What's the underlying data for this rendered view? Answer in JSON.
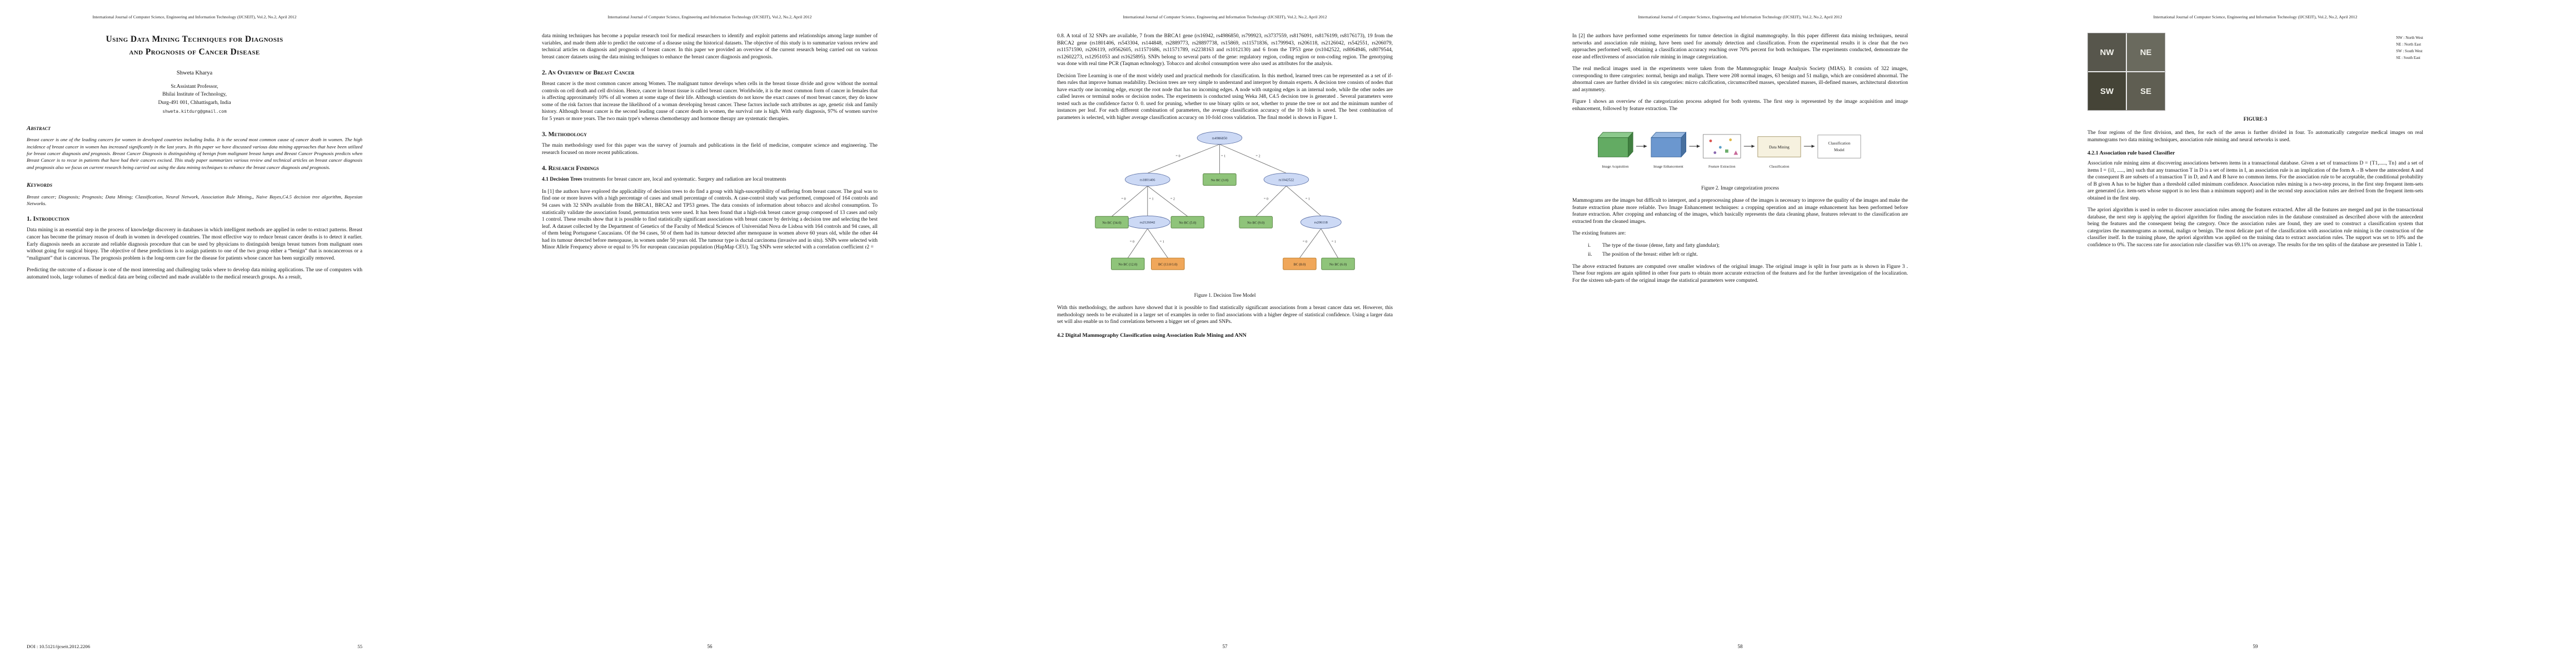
{
  "journal": {
    "header": "International Journal of Computer Science, Engineering and Information Technology (IJCSEIT), Vol.2, No.2, April 2012"
  },
  "page1": {
    "title_l1": "Using Data Mining Techniques for Diagnosis",
    "title_l2": "and Prognosis of Cancer Disease",
    "author": "Shweta Kharya",
    "affil1": "Sr.Assistant Professor,",
    "affil2": "Bhilai Institute of Technology,",
    "affil3": "Durg-491 001, Chhattisgarh, India",
    "email": "shweta.kitdurg@gmail.com",
    "abstract_h": "Abstract",
    "abstract": "Breast cancer is one of the leading cancers for women in developed countries including India. It is the second most common cause of cancer death in women. The high incidence of breast cancer in women has increased significantly in the last years. In this paper we have discussed various data mining approaches that have been utilized for breast cancer diagnosis and prognosis. Breast Cancer Diagnosis is distinguishing of benign from malignant breast lumps and Breast Cancer Prognosis predicts when Breast Cancer is to recur in patients that have had their cancers excised. This study paper summarizes various review and technical articles on breast cancer diagnosis and prognosis also we focus on current research being carried out using the data mining techniques to enhance the breast cancer diagnosis and prognosis.",
    "keywords_h": "Keywords",
    "keywords": "Breast cancer; Diagnosis; Prognosis; Data Mining; Classification, Neural Network, Association Rule Mining,, Naive Bayes,C4.5 decision tree algorithm, Bayesian Networks.",
    "s1_h": "1. Introduction",
    "s1_p1": "Data mining is an essential step in the process of knowledge discovery in databases in which intelligent methods are applied in order to extract patterns. Breast cancer has become the primary reason of death in women in developed countries. The most effective way to reduce breast cancer deaths is to detect it earlier. Early diagnosis needs an accurate and reliable diagnosis procedure that can be used by physicians to distinguish benign breast tumors from malignant ones without going for surgical biopsy. The objective of these predictions is to assign patients to one of the two group either a “benign” that is noncancerous or a “malignant” that is cancerous. The prognosis problem is the long-term care for the disease for patients whose cancer has been surgically removed.",
    "s1_p2": "Predicting the outcome of a disease is one of the most interesting and challenging tasks where to develop data mining applications. The use of computers with automated tools, large volumes of medical data are being collected and made available to the medical research groups. As a result,",
    "footer_doi": "DOI : 10.5121/ijcseit.2012.2206",
    "footer_page": "55"
  },
  "page2": {
    "p1": "data mining techniques has become a popular research tool for medical researchers to identify and exploit patterns and relationships among large number of variables, and made them able to predict the outcome of a disease using the historical datasets. The objective of this study is to summarize various review and technical articles on diagnosis and prognosis of breast cancer. In this paper we provided an overview of the current research being carried out on various breast cancer datasets using the data mining techniques to enhance the breast cancer diagnosis and prognosis.",
    "s2_h": "2. An Overview of Breast Cancer",
    "s2_p1": "Breast cancer is the most common cancer among Women. The malignant tumor develops when cells in the breast tissue divide and grow without the normal controls on cell death and cell division. Hence, cancer in breast tissue is called breast cancer. Worldwide, it is the most common form of cancer in females that is affecting approximately 10% of all women at some stage of their life. Although scientists do not know the exact causes of most breast cancer, they do know some of the risk factors that increase the likelihood of a woman developing breast cancer. These factors include such attributes as age, genetic risk and family history. Although breast cancer is the second leading cause of cancer death in women, the survival rate is high. With early diagnosis, 97% of women survive for 5 years or more years. The two main type's whereas chemotherapy and hormone therapy are systematic therapies.",
    "s3_h": "3. Methodology",
    "s3_p1": "The main methodology used for this paper was the survey of journals and publications in the field of medicine, computer science and engineering. The research focused on more recent publications.",
    "s4_h": "4. Research Findings",
    "s41_h": "4.1 Decision Trees",
    "s41_cont": "treatments for breast cancer are, local and systematic. Surgery and radiation are local treatments",
    "s41_p1": "In [1] the authors have explored the applicability of decision trees to do find a group with high-susceptibility of suffering from breast cancer. The goal was to find one or more leaves with a high percentage of cases and small percentage of controls. A case-control study was performed, composed of 164 controls and 94 cases with 32 SNPs available from the BRCA1, BRCA2 and TP53 genes. The data consists of information about tobacco and alcohol consumption. To statistically validate the association found, permutation tests were used. It has been found that a high-risk breast cancer group composed of 13 cases and only 1 control. These results show that it is possible to find statistically significant associations with breast cancer by deriving a decision tree and selecting the best leaf. A dataset collected by the Department of Genetics of the Faculty of Medical Sciences of Universidad Nova de Lisboa with 164 controls and 94 cases, all of them being Portuguese Caucasians. Of the 94 cases, 50 of them had its tumour detected after menopause in women above 60 years old, while the other 44 had its tumour detected before menopause, in women under 50 years old. The tumour type is ductal carcinoma (invasive and in situ). SNPs were selected with Minor Allele Frequency above or equal to 5% for european caucasian population (HapMap CEU). Tag SNPs were selected with a correlation coefficient r2 =",
    "footer_page": "56"
  },
  "page3": {
    "p1": "0.8. A total of 32 SNPs are available, 7 from the BRCA1 gene (rs16942, rs4986850, rs799923, rs3737559, rs8176091, rs8176199, rs8176173), 19 from the BRCA2 gene (rs1801406, rs543304, rs144848, rs2889773, rs28897738, rs15869, rs11571836, rs1799943, rs206118, rs2126042, rs542551, rs206079, rs11571590, rs206119, rs9562605, rs11571686, rs11571789, rs2238163 and rs1012130) and 6 from the TP53 gene (rs1042522, rs8064946, rs8079544, rs12602273, rs12951053 and rs1625895). SNPs belong to several parts of the gene: regulatory region, coding region or non-coding region. The genotyping was done with real time PCR (Taqman echnology). Tobacco and alcohol consumption were also used as attributes for the analysis.",
    "p2": "Decision Tree Learning is one of the most widely used and practical methods for classification. In this method, learned trees can be represented as a set of if-then rules that improve human readability. Decision trees are very simple to understand and interpret by domain experts. A decision tree consists of nodes that have exactly one incoming edge, except the root node that has no incoming edges. A node with outgoing edges is an internal node, while the other nodes are called leaves or terminal nodes or decision nodes. The experiments is conducted using Weka J48, C4.5 decision tree is generated . Several parameters were tested such as the confidence factor 0. 0. used for pruning, whether to use binary splits or not, whether to prune the tree or not and the minimum number of instances per leaf. For each different combination of parameters, the average classification accuracy of the 10 folds is saved. The best combination of parameters is selected, with higher average classification accuracy on 10-fold cross validation. The final model is shown in Figure 1.",
    "fig1": {
      "caption": "Figure 1. Decision Tree Model",
      "root": "rs4986850",
      "nA": "rs1801406",
      "nM": "rs2126042",
      "nC": "rs1042522",
      "nD": "rs206118",
      "l1": "No BC (34.0)",
      "l2": "No BC (12.0)",
      "l3": "BC (13.0/1.0)",
      "l4": "No BC (5.0)",
      "l5": "No BC (9.0)",
      "l6": "BC (8.0)",
      "l7": "No BC (6.0)",
      "l8": "No BC (3.0)",
      "e0": "= 0",
      "e1": "= 1",
      "e2": "= 2"
    },
    "p3": "With this methodology, the authors have showed that it is possible to find statistically significant associations from a breast cancer data set. However, this methodology needs to be evaluated in a larger set of examples in order to find associations with a higher degree of statistical confidence. Using a larger data set will also enable us to find correlations between a bigger set of genes and SNPs.",
    "s42_h": "4.2 Digital Mammography Classification using Association Rule Mining and ANN",
    "footer_page": "57"
  },
  "page4": {
    "p1": "In [2] the authors have performed some experiments for tumor detection in digital mammography. In this paper different data mining techniques, neural networks and association rule mining, have been used for anomaly detection and classification. From the experimental results it is clear that the two approaches performed well, obtaining a classification accuracy reaching over 70% percent for both techniques. The experiments conducted, demonstrate the ease and effectiveness of association rule mining in image categorization.",
    "p2": "The real medical images used in the experiments were taken from the Mammographic Image Analysis Society (MIAS). It consists of 322 images, corresponding to three categories: normal, benign and malign. There were 208 normal images, 63 benign and 51 malign, which are considered abnormal. The abnormal cases are further divided in six categories: micro calcification, circumscribed masses, speculated masses, ill-defined masses, architectural distortion and asymmetry.",
    "p3": "Figure 1 shows an overview of the categorization process adopted for both systems. The first step is represented by the image acquisition and image enhancement, followed by feature extraction. The",
    "fig2": {
      "caption": "Figure 2. Image categorization process",
      "label1": "Image Acquisition",
      "label2": "Image Enhancement",
      "label3": "Feature Extraction",
      "label4": "Classification",
      "dm": "Data Mining",
      "out1": "Classification",
      "out2": "Model"
    },
    "p4": "Mammograms are the images but difficult to interpret, and a preprocessing phase of the images is necessary to improve the quality of the images and make the feature extraction phase more reliable. Two Image Enhancement techniques: a cropping operation and an image enhancement has been performed before feature extraction. After cropping and enhancing of the images, which basically represents the data cleaning phase, features relevant to the classification are extracted from the cleaned images.",
    "feat_intro": "The existing features are:",
    "feat1_n": "i.",
    "feat1": "The type of the tissue (dense, fatty and fatty glandular);",
    "feat2_n": "ii.",
    "feat2": "The position of the breast: either left or right.",
    "p5": "The above extracted features are computed over smaller windows of the original image. The original image is split in four parts as is shown in Figure 3 . These four regions are again splitted in other four parts to obtain more accurate extraction of the features and for the further investigation of the localization. For the sixteen sub-parts of the original image the statistical parameters were computed.",
    "footer_page": "58"
  },
  "page5": {
    "fig3": {
      "caption": "FIGURE-3",
      "q_nw": "NW",
      "q_ne": "NE",
      "q_sw": "SW",
      "q_se": "SE",
      "legend1": "NW : North West",
      "legend2": "NE : North East",
      "legend3": "SW : South West",
      "legend4": "SE : South East"
    },
    "p1": "The four regions of the first division, and then, for each of the areas is further divided in four. To automatically categorize medical images on real mammograms two data mining techniques, association rule mining and neural networks is used.",
    "s421_h": "4.2.1 Association rule based Classifier",
    "p2": "Association rule mining aims at discovering associations between items in a transactional database. Given a set of transactions D = {T1,....., Tn} and a set of items I = {i1, ....., im} such that any transaction T in D is a set of items in I, an association rule is an implication of the form A→B where the antecedent A and the consequent B are subsets of a transaction T in D, and A and B have no common items. For the association rule to be acceptable, the conditional probability of B given A has to be higher than a threshold called minimum confidence. Association rules mining is a two-step process, in the first step frequent item-sets are generated (i.e. item-sets whose support is no less than a minimum support) and in the second step association rules are derived from the frequent item-sets obtained in the first step.",
    "p3": "The apriori algorithm is used in order to discover association rules among the features extracted. After all the features are merged and put in the transactional database, the next step is applying the apriori algorithm for finding the association rules in the database constrained as described above with the antecedent being the features and the consequent being the category. Once the association rules are found, they are used to construct a classification system that categorizes the mammograms as normal, malign or benign. The most delicate part of the classification with association rule mining is the construction of the classifier itself. In the training phase, the apriori algorithm was applied on the training data to extract association rules. The support was set to 10% and the confidence to 0%. The success rate for association rule classifier was 69.11% on average. The results for the ten splits of the database are presented in Table 1.",
    "footer_page": "59"
  }
}
